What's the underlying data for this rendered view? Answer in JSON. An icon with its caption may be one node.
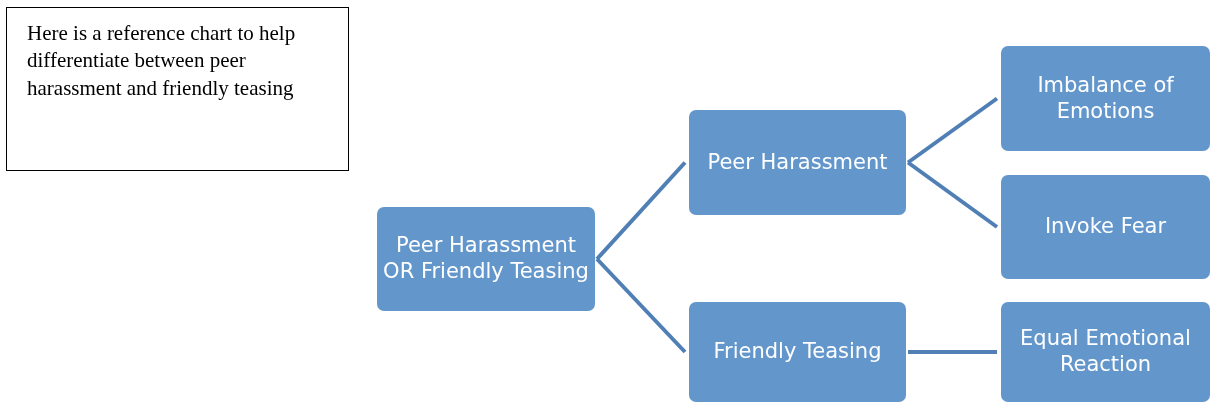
{
  "diagram": {
    "nodes": [
      {
        "text": [
          "Here is a reference chart to help differentiate between peer harassment and friendly teasing"
        ]
      },
      {
        "text": [
          "Peer Harassment OR Friendly Teasing"
        ]
      },
      {
        "text": [
          "Peer Harassment"
        ]
      },
      {
        "text": [
          "Friendly Teasing"
        ]
      },
      {
        "text": [
          "Imbalance of Emotions"
        ]
      },
      {
        "text": [
          "Invoke Fear"
        ]
      },
      {
        "text": [
          "Equal Emotional Reaction"
        ]
      }
    ],
    "edges": [
      {
        "from": 1,
        "to": 2,
        "arrow": "none"
      },
      {
        "from": 1,
        "to": 3,
        "arrow": "none"
      },
      {
        "from": 2,
        "to": 4,
        "arrow": "none"
      },
      {
        "from": 2,
        "to": 5,
        "arrow": "none"
      },
      {
        "from": 3,
        "to": 6,
        "arrow": "none"
      }
    ]
  }
}
